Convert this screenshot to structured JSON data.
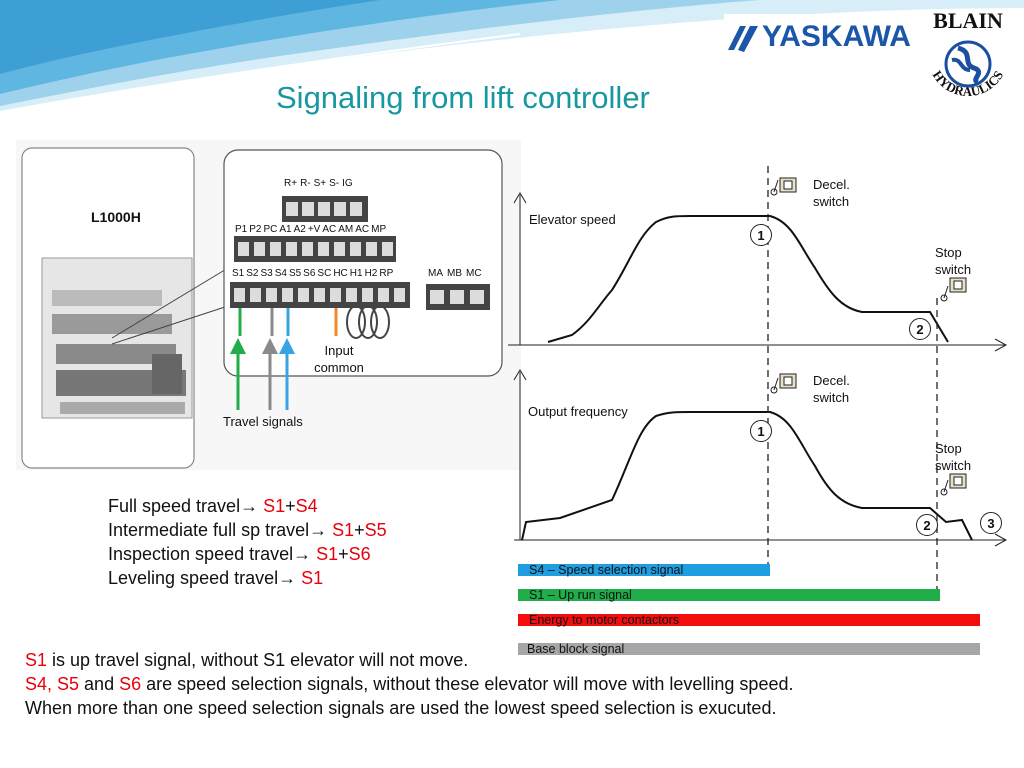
{
  "slide": {
    "title": "Signaling from lift controller"
  },
  "logos": {
    "yaskawa": "YASKAWA",
    "blain_top": "BLAIN",
    "blain_bottom": "HYDRAULICS"
  },
  "device": {
    "model": "L1000H",
    "terminal_rows": {
      "row1": [
        "R+",
        "R-",
        "S+",
        "S-",
        "IG"
      ],
      "row2": [
        "P1",
        "P2",
        "PC",
        "A1",
        "A2",
        "+V",
        "AC",
        "AM",
        "AC",
        "MP"
      ],
      "row3": [
        "S1",
        "S2",
        "S3",
        "S4",
        "S5",
        "S6",
        "SC",
        "HC",
        "H1",
        "H2",
        "RP"
      ],
      "row3b": [
        "MA",
        "MB",
        "MC"
      ]
    },
    "input_common_line1": "Input",
    "input_common_line2": "common",
    "travel_signals": "Travel signals"
  },
  "signal_list": [
    {
      "text": "Full speed travel→ ",
      "sig_a": "S1",
      "plus": "+",
      "sig_b": "S4"
    },
    {
      "text": "Intermediate full sp travel→ ",
      "sig_a": "S1",
      "plus": "+",
      "sig_b": "S5"
    },
    {
      "text": "Inspection speed travel→ ",
      "sig_a": "S1",
      "plus": "+",
      "sig_b": "S6"
    },
    {
      "text": "Leveling speed travel→ ",
      "sig_a": "S1",
      "plus": "",
      "sig_b": ""
    }
  ],
  "notes": {
    "line1_red": "S1",
    "line1_rest": " is up travel signal, without S1 elevator will not move.",
    "line2_red_a": "S4, S5",
    "line2_mid": " and ",
    "line2_red_b": "S6",
    "line2_rest": " are speed selection signals, without these elevator will move with levelling speed.",
    "line3": "When more than one speed selection signals are used the lowest speed selection is exucuted."
  },
  "timing": {
    "top_chart_label": "Elevator speed",
    "bottom_chart_label": "Output frequency",
    "decel_switch_line1": "Decel.",
    "decel_switch_line2": "switch",
    "stop_switch_line1": "Stop",
    "stop_switch_line2": "switch",
    "markers": [
      "1",
      "2",
      "3"
    ],
    "bars": [
      {
        "label": "S4 – Speed selection signal",
        "color": "#1e9ee0"
      },
      {
        "label": "S1 – Up run signal",
        "color": "#1fae4a"
      },
      {
        "label": "Energy to motor contactors",
        "color": "#f40d0d"
      },
      {
        "label": "Base block signal",
        "color": "#a6a6a6"
      }
    ]
  },
  "colors": {
    "title": "#17979f",
    "accent_red": "#e8000a",
    "arrow_green": "#1fae4a",
    "arrow_gray": "#8a8a8a",
    "arrow_blue": "#3aa3e6",
    "arrow_orange": "#f08a24"
  }
}
